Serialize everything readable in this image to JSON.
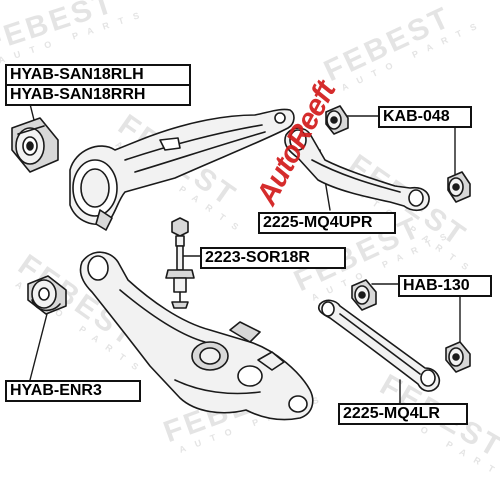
{
  "watermark": {
    "brand": "FEBEST",
    "tagline": "AUTO PARTS"
  },
  "overlay_logo": "AutoReeft",
  "labels": {
    "hyab_san18rlh": "HYAB-SAN18RLH",
    "hyab_san18rrh": "HYAB-SAN18RRH",
    "kab_048": "KAB-048",
    "mq4upr": "2225-MQ4UPR",
    "sor18r": "2223-SOR18R",
    "hab_130": "HAB-130",
    "hyab_enr3": "HYAB-ENR3",
    "mq4lr": "2225-MQ4LR"
  },
  "colors": {
    "line": "#1a1a1a",
    "metal": "#f2f2f2",
    "rubber": "#d8d8d8",
    "logo": "#d21b1b"
  }
}
